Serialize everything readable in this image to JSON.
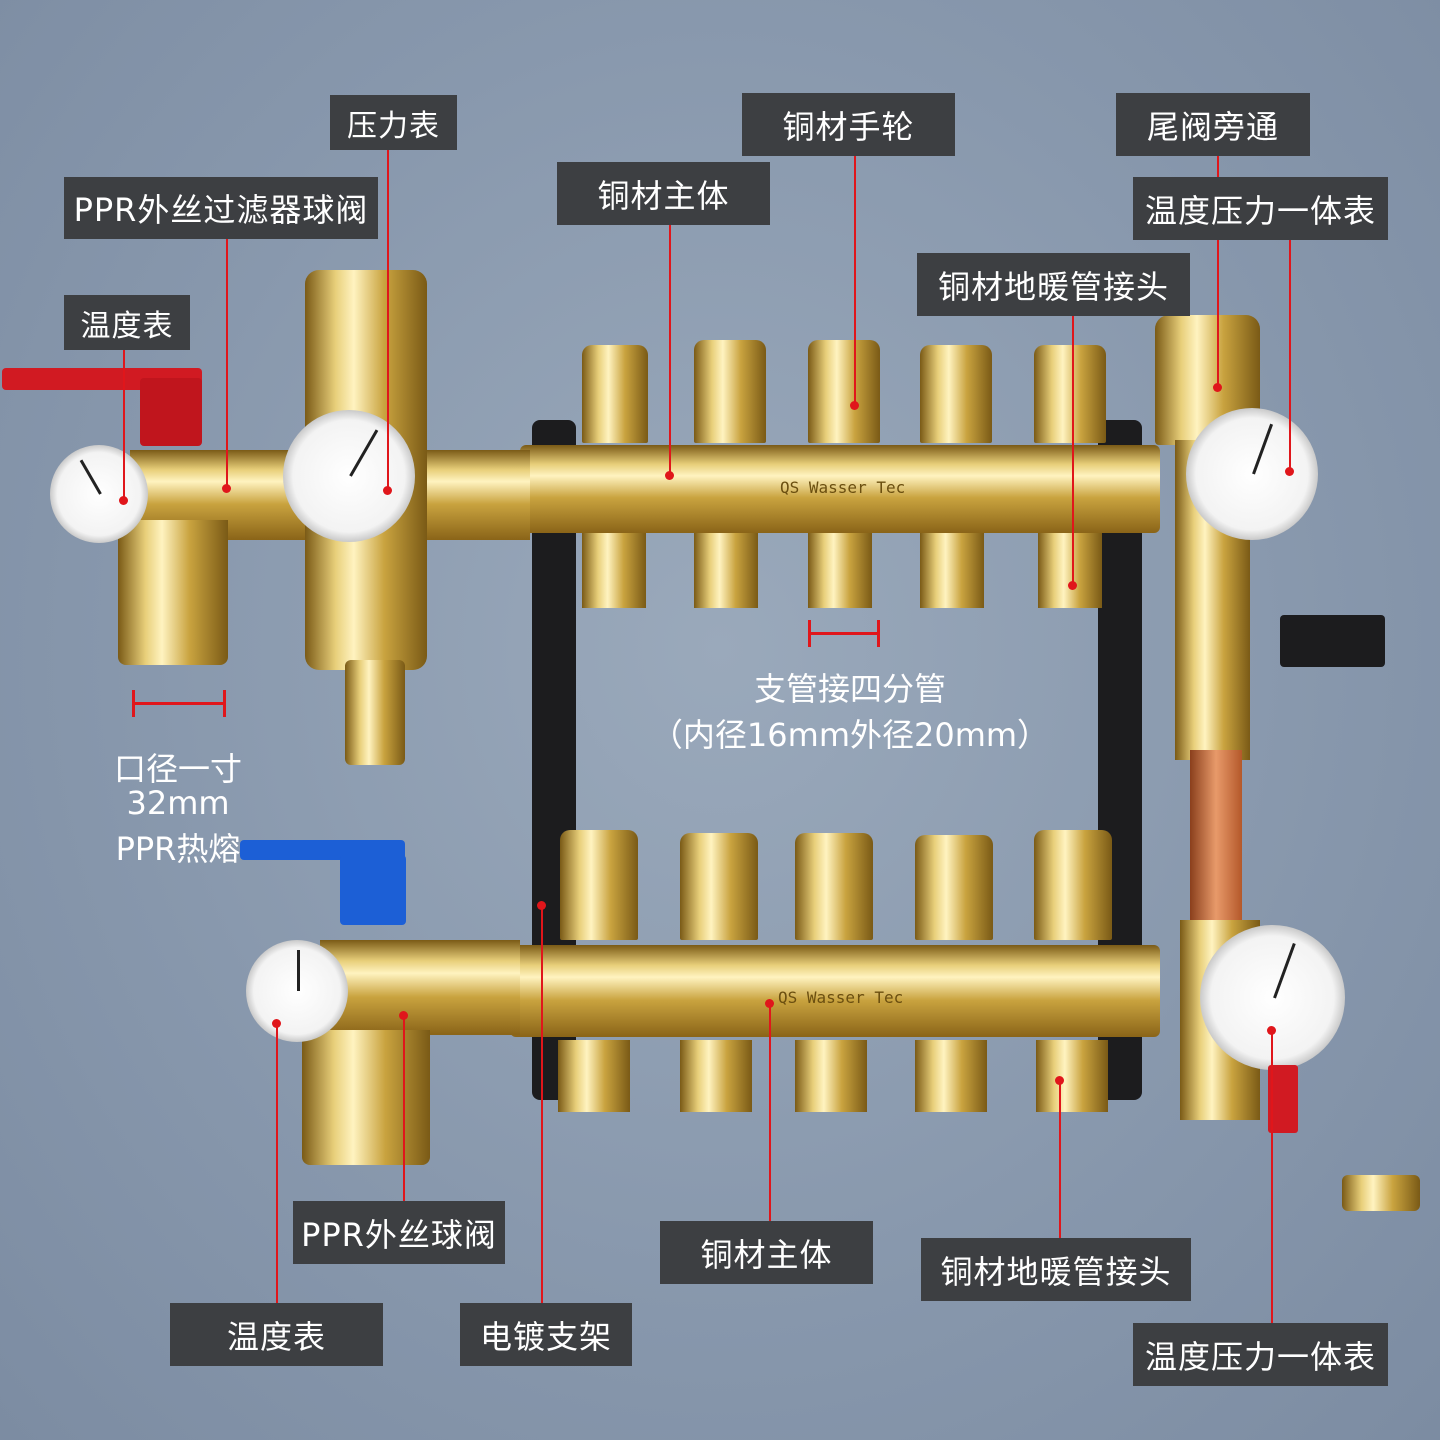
{
  "labels": {
    "pressure_gauge": "压力表",
    "ppr_filter_valve": "PPR外丝过滤器球阀",
    "thermometer_top": "温度表",
    "copper_body_top": "铜材主体",
    "copper_handwheel": "铜材手轮",
    "tail_valve_bypass": "尾阀旁通",
    "temp_pressure_gauge_top": "温度压力一体表",
    "copper_pipe_fitting_top": "铜材地暖管接头",
    "ppr_ball_valve": "PPR外丝球阀",
    "thermometer_bottom": "温度表",
    "plated_bracket": "电镀支架",
    "copper_body_bottom": "铜材主体",
    "copper_pipe_fitting_bottom": "铜材地暖管接头",
    "temp_pressure_gauge_bottom": "温度压力一体表"
  },
  "notes": {
    "branch_line1": "支管接四分管",
    "branch_line2": "（内径16mm外径20mm）",
    "inlet_line1": "口径一寸",
    "inlet_line2": "32mm",
    "inlet_line3": "PPR热熔"
  },
  "product": {
    "brand_on_bar": "QS Wasser Tec"
  },
  "colors": {
    "label_bg": "#3d3f42",
    "leader": "#e0161b",
    "background": "#8797ac"
  }
}
